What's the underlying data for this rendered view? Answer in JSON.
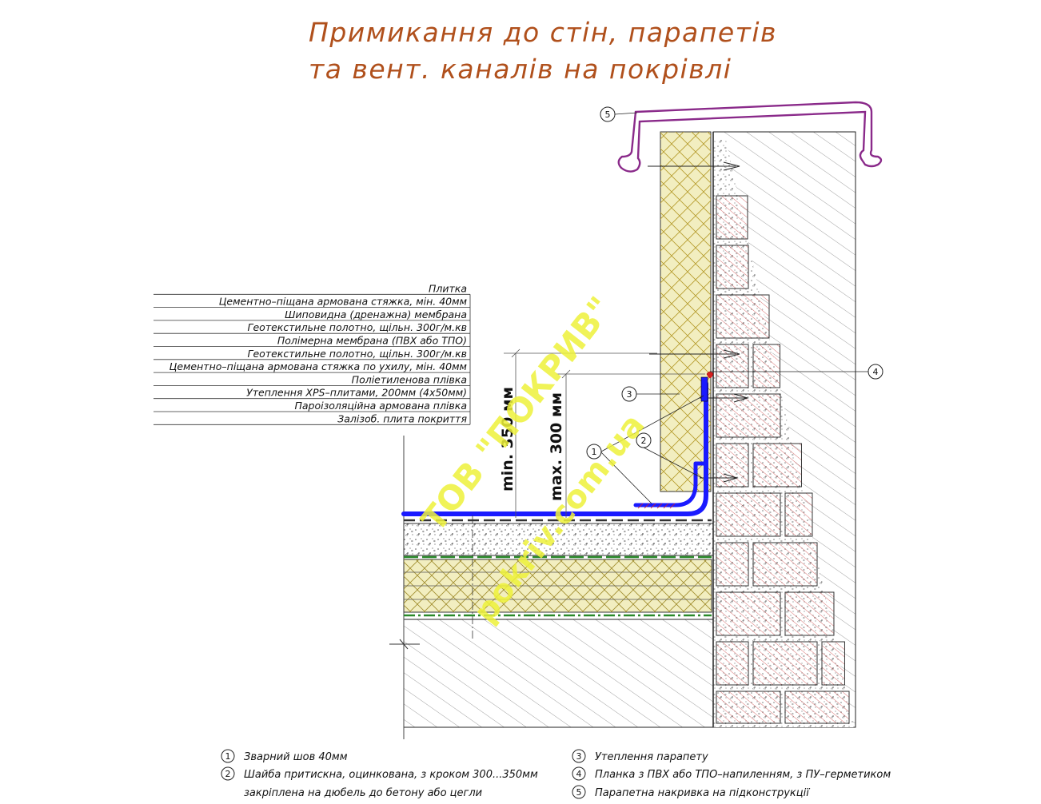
{
  "title": {
    "line1": "Примикання до стін, парапетів",
    "line2": "та вент. каналів на покрівлі"
  },
  "layers": [
    "Плитка",
    "Цементно–піщана армована стяжка, мін. 40мм",
    "Шиповидна (дренажна) мембрана",
    "Геотекстильне полотно, щільн. 300г/м.кв",
    "Полімерна мембрана (ПВХ або ТПО)",
    "Геотекстильне полотно, щільн. 300г/м.кв",
    "Цементно–піщана армована стяжка по ухилу, мін. 40мм",
    "Поліетиленова плівка",
    "Утеплення XPS–плитами, 200мм (4х50мм)",
    "Пароізоляційна армована плівка",
    "Залізоб. плита покриття"
  ],
  "dimensions": {
    "min": "min. 350 мм",
    "max": "max. 300 мм"
  },
  "callouts": [
    "1",
    "2",
    "3",
    "4",
    "5"
  ],
  "legend": {
    "item1": "Зварний шов 40мм",
    "item2_line1": "Шайба притискна, оцинкована, з кроком 300...350мм",
    "item2_line2": "закріплена на дюбель до бетону або цегли",
    "item3": "Утеплення парапету",
    "item4": "Планка з ПВХ або ТПО–напиленням, з ПУ–герметиком",
    "item5": "Парапетна накривка на підконструкції"
  },
  "watermark": {
    "line1": "ТОВ \"ПОКРИВ\"",
    "line2": "pokriv.com.ua"
  },
  "colors": {
    "title": "#b0501c",
    "membrane": "#1a1aff",
    "parapet_cap": "#8a2a8a",
    "insulation": "#f2eec0",
    "brick_hatch": "#c83232",
    "weld_marker": "#d42020",
    "watermark": "#eef23a"
  }
}
